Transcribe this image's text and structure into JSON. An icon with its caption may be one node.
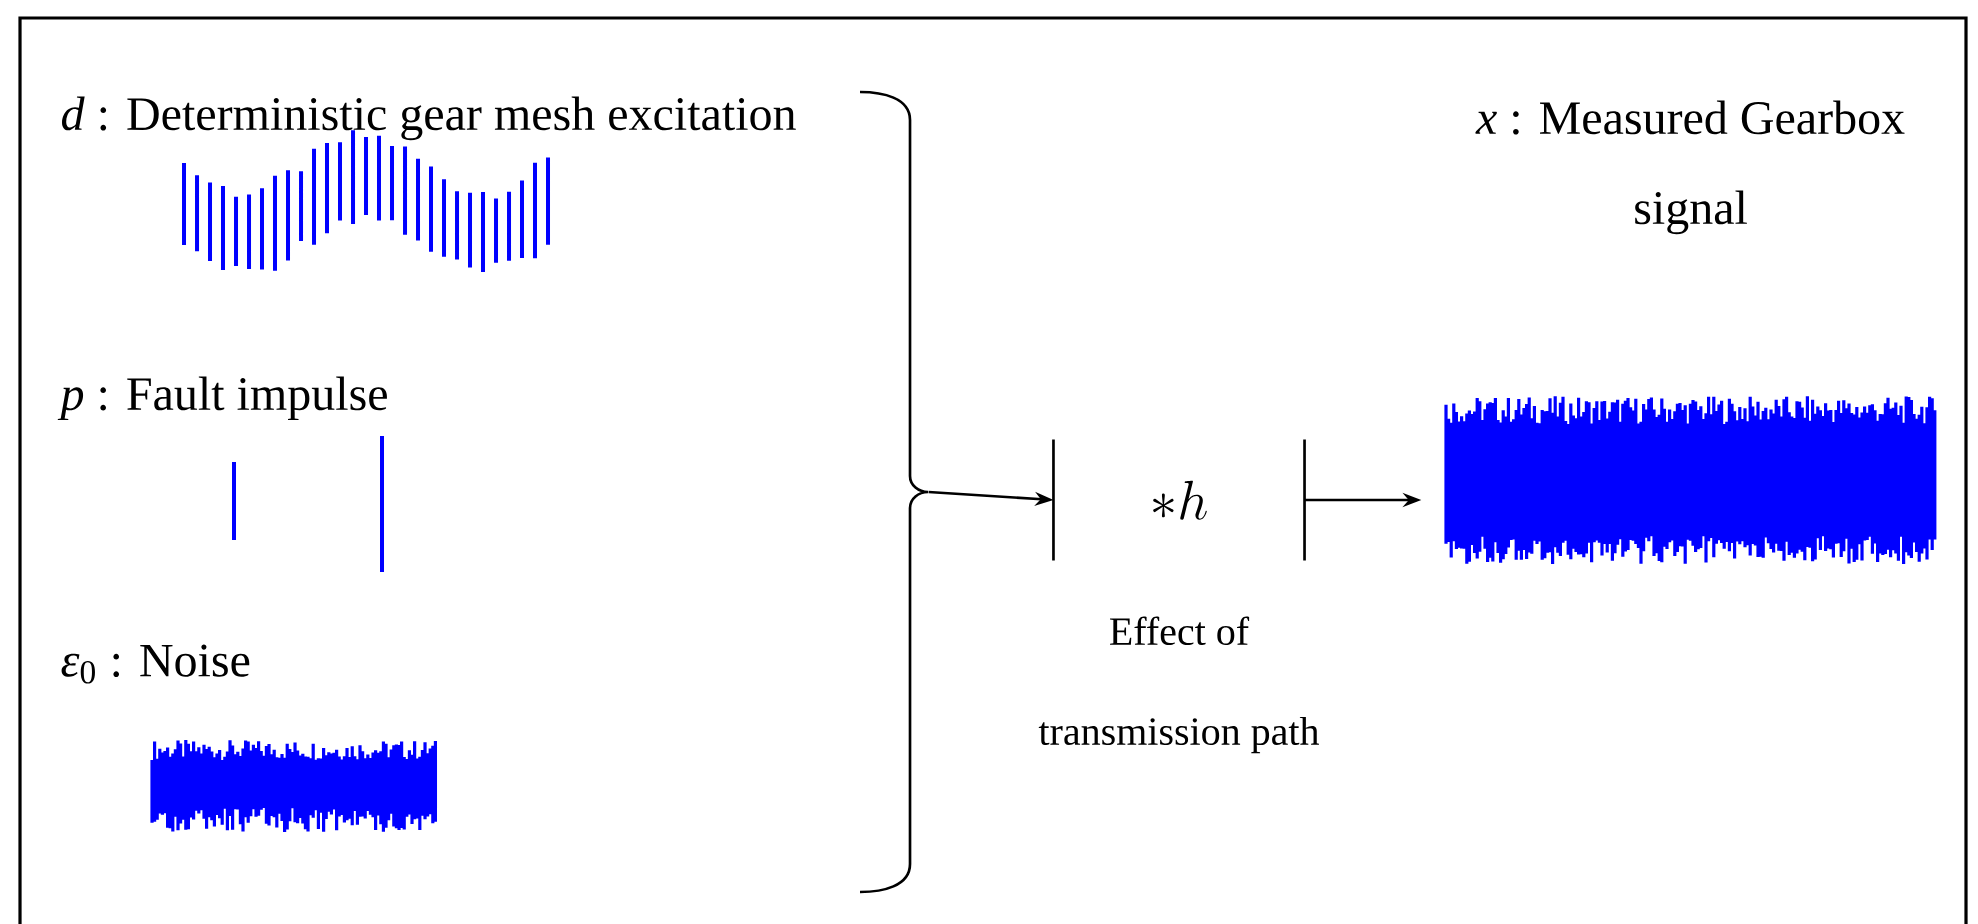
{
  "diagram": {
    "nodes": [
      {
        "text": [
          "*d* : Deterministic gear mesh excitation"
        ]
      },
      {
        "text": [
          "*p* : Fault impulse"
        ]
      },
      {
        "text": [
          "*ε*$_{0}$ : Noise"
        ]
      },
      {
        "text": [],
        "shape": "brace"
      },
      {
        "text": [
          "*h"
        ],
        "beside": [
          "Effect of transmission path"
        ]
      },
      {
        "text": [
          "*x* : Measured Gearbox signal"
        ]
      }
    ],
    "edges": [
      {
        "from": 3,
        "to": 4,
        "arrow": "to"
      },
      {
        "from": 4,
        "to": 5,
        "arrow": "to"
      }
    ]
  }
}
